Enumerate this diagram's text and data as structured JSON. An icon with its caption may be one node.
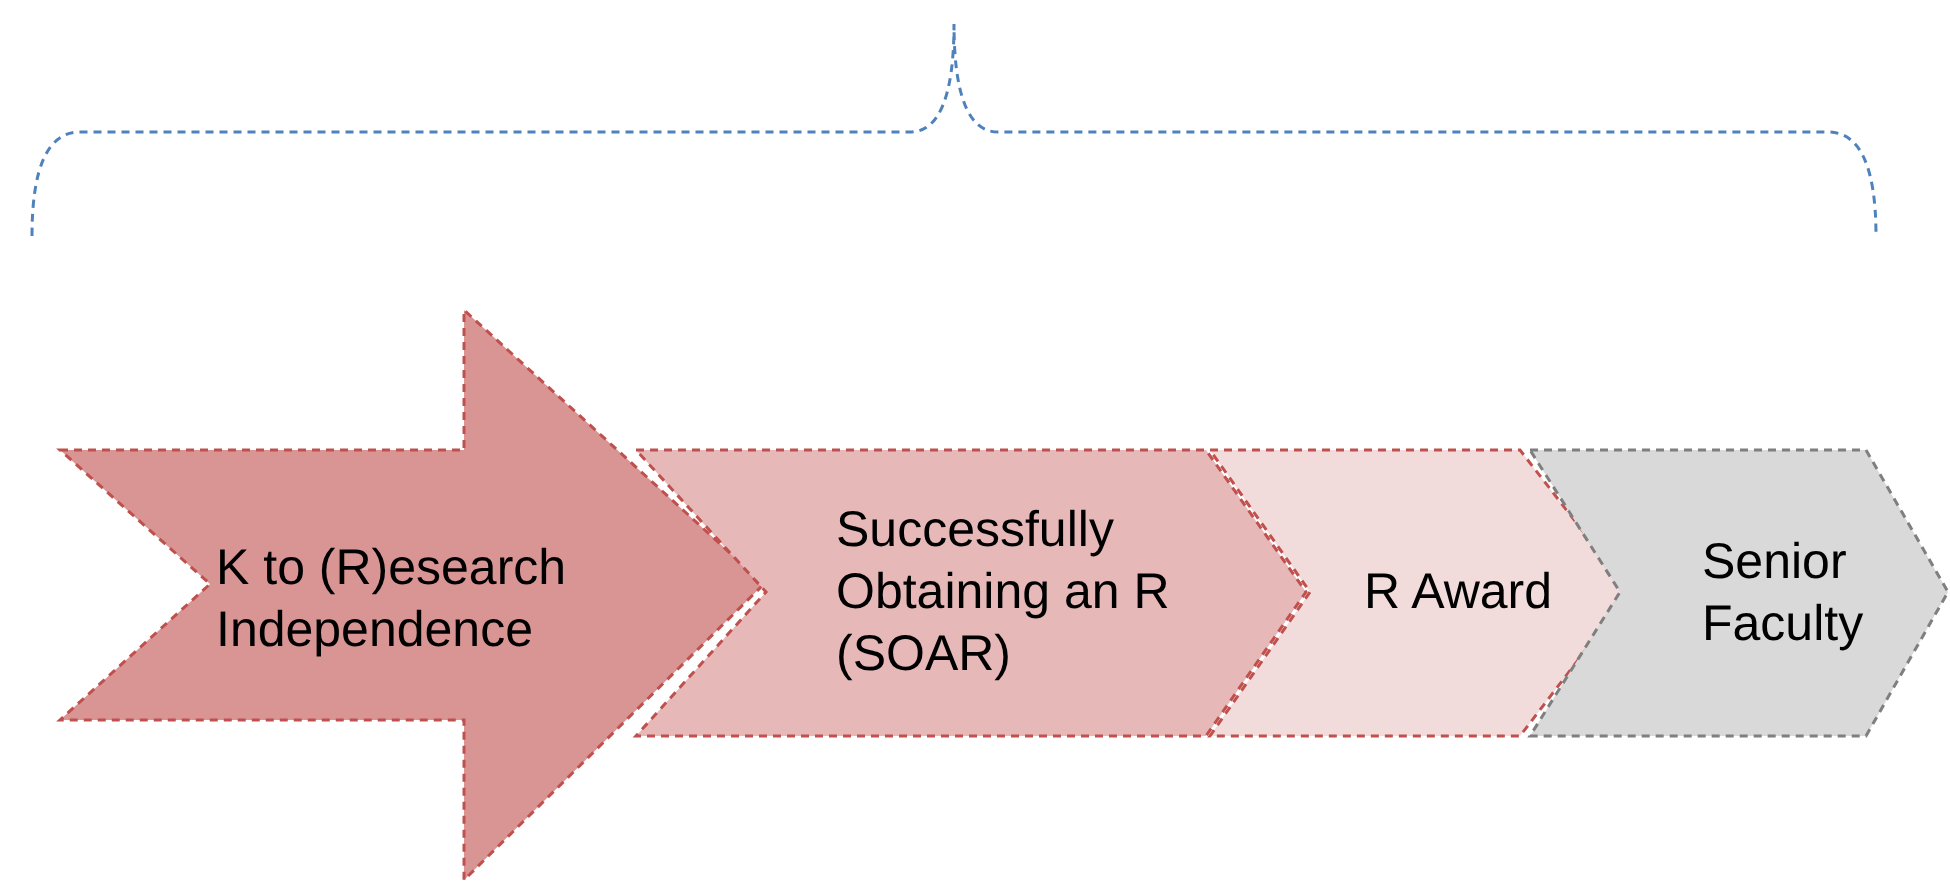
{
  "diagram": {
    "nodes": [
      {
        "text": [
          "K to (R)esearch Independence"
        ]
      },
      {
        "text": [
          "Successfully Obtaining an R (SOAR)"
        ]
      },
      {
        "text": [
          "R Award"
        ]
      },
      {
        "text": [
          "Senior Faculty"
        ]
      }
    ]
  }
}
